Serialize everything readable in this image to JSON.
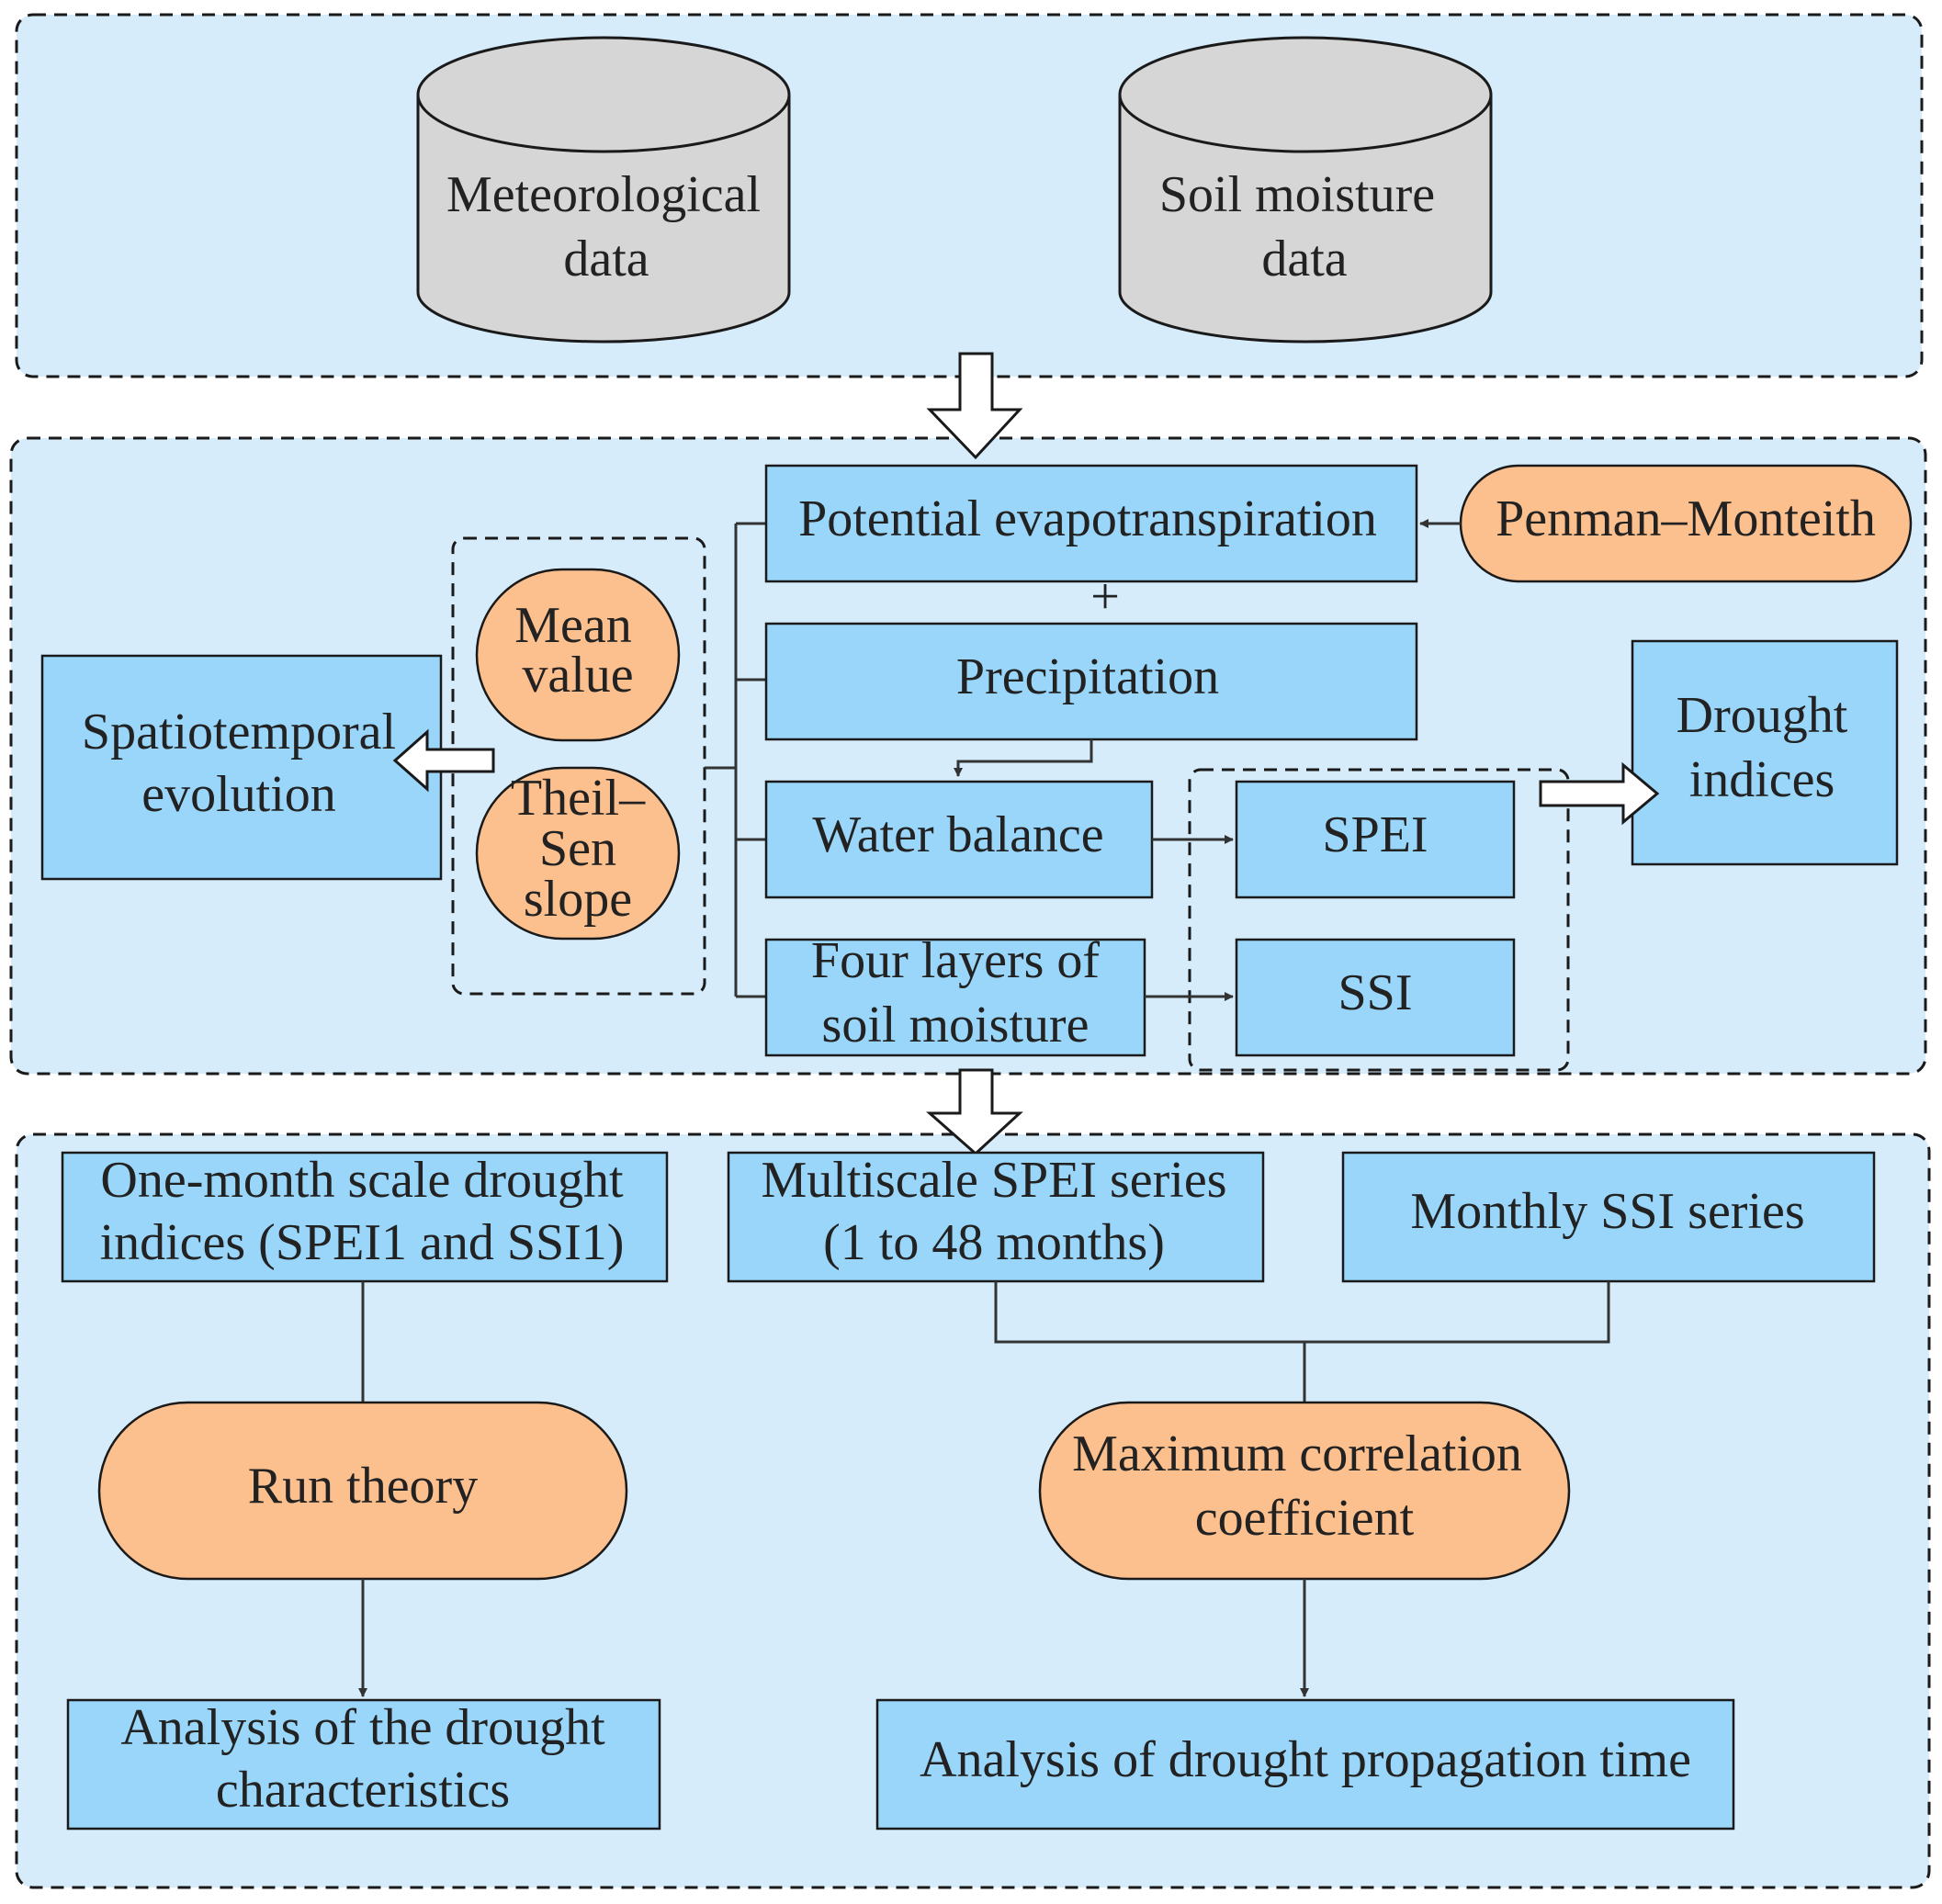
{
  "databases": {
    "meteorological": [
      "Meteorological",
      "data"
    ],
    "soil": [
      "Soil moisture",
      "data"
    ]
  },
  "middle": {
    "potential_et": "Potential evapotranspiration",
    "penman": "Penman–Monteith",
    "plus": "+",
    "precipitation": "Precipitation",
    "water_balance": "Water balance",
    "soil_layers": [
      "Four layers of",
      "soil moisture"
    ],
    "spei": "SPEI",
    "ssi": "SSI",
    "drought_indices": [
      "Drought",
      "indices"
    ],
    "mean_value": [
      "Mean",
      "value"
    ],
    "theil_sen": [
      "Theil–",
      "Sen",
      "slope"
    ],
    "spatiotemporal": [
      "Spatiotemporal",
      "evolution"
    ]
  },
  "bottom": {
    "one_month": [
      "One-month scale drought",
      "indices (SPEI1 and SSI1)"
    ],
    "multiscale": [
      "Multiscale SPEI series",
      "(1 to 48 months)"
    ],
    "monthly_ssi": "Monthly SSI series",
    "run_theory": "Run theory",
    "max_corr": [
      "Maximum correlation",
      "coefficient"
    ],
    "analysis_characteristics": [
      "Analysis of the drought",
      "characteristics"
    ],
    "analysis_propagation": "Analysis of drought propagation time"
  }
}
